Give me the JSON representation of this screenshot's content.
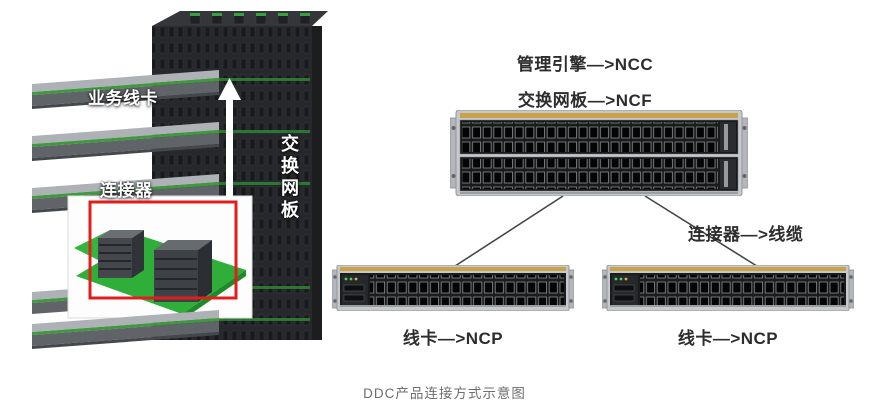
{
  "caption": "DDC产品连接方式示意图",
  "left_illustration": {
    "service_linecard": "业务线卡",
    "connector": "连接器",
    "fabric_board": "交换网板"
  },
  "diagram": {
    "ncc_label": "管理引擎—>NCC",
    "ncf_label": "交换网板—>NCF",
    "cable_label": "连接器—>线缆",
    "ncp_left_label": "线卡—>NCP",
    "ncp_right_label": "线卡—>NCP"
  },
  "colors": {
    "highlight": "#e01e1e",
    "gold": "#c9a24b",
    "label_text": "#2d2d2d",
    "caption_text": "#6e6e6e"
  }
}
